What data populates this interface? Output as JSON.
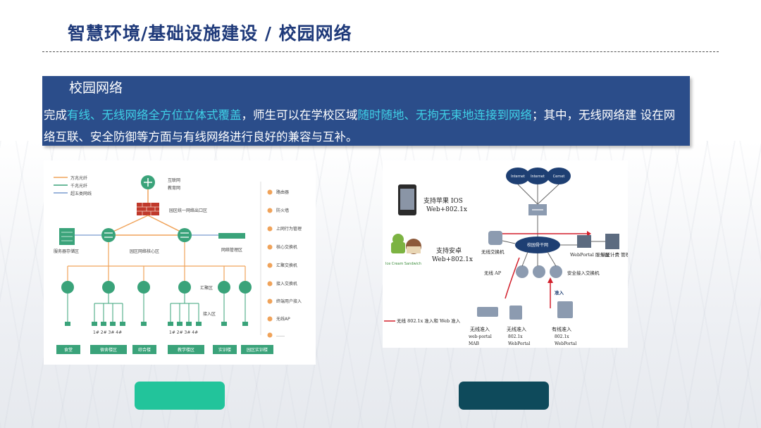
{
  "header": {
    "title": "智慧环境/基础设施建设 / 校园网络"
  },
  "panel": {
    "heading": "校园网络",
    "text_1": "完成",
    "hl_1": "有线、无线网络全方位立体式覆盖",
    "text_2": "，师生可以在学校区域",
    "hl_2": "随时随地、无拘无束地连接到网络",
    "text_3": "；其中，无线网络建  设在网络互联、安全防御等方面与有线网络进行良好的兼容与互补。"
  },
  "left_diagram": {
    "legend": [
      "万兆光纤",
      "千兆光纤",
      "超五类网线"
    ],
    "top_labels": [
      "互联网",
      "教育网"
    ],
    "exit_zone": "园区统一网络出口区",
    "server_zone": "服务器存储区",
    "core_zone": "园区网络核心区",
    "mgmt_zone": "网络管理区",
    "agg_zone": "汇聚区",
    "access_zone": "接入区",
    "floor_labels_a": "1# 2# 3# 4#",
    "floor_labels_b": "1# 2# 3# 4#",
    "buildings": [
      "食堂",
      "宿舍楼区",
      "综合楼",
      "教学楼区",
      "实训楼",
      "园区实训楼"
    ],
    "side_legend": [
      "路由器",
      "防火墙",
      "上网行为管理",
      "核心交换机",
      "汇聚交换机",
      "接入交换机",
      "终端用户接入",
      "无线AP",
      "……"
    ]
  },
  "right_diagram": {
    "clouds": [
      "Internet",
      "Internet",
      "Cernet"
    ],
    "ios_label_1": "支持苹果 IOS",
    "ios_label_2": "Web+802.1x",
    "android_label_1": "支持安卓",
    "android_label_2": "Web+802.1x",
    "android_caption": "Ice Cream Sandwich",
    "wireless_switch": "无线交换机",
    "backbone": "校园骨干网",
    "webportal_server": "WebPortal 服务器",
    "auth_billing": "认证计费 管理",
    "wireless_ap": "无线 AP",
    "secure_switch": "安全接入交换机",
    "access_word": "准入",
    "legend_text": "无线 802.1x 准入和 Web 准入",
    "col1_title": "无线准入",
    "col1_items": [
      "web-portal",
      "MAB"
    ],
    "col2_title": "无线准入",
    "col2_items": [
      "802.1x",
      "WebPortal"
    ],
    "col3_title": "有线准入",
    "col3_items": [
      "802.1x",
      "WebPortal"
    ]
  },
  "colors": {
    "title": "#1f3a7a",
    "panel_bg": "#2b4d8a",
    "highlight": "#3fd0e6",
    "button_green": "#22c49b",
    "button_dark": "#0e4a5b",
    "network_green": "#3aa37a",
    "access_red": "#d21f2b"
  }
}
